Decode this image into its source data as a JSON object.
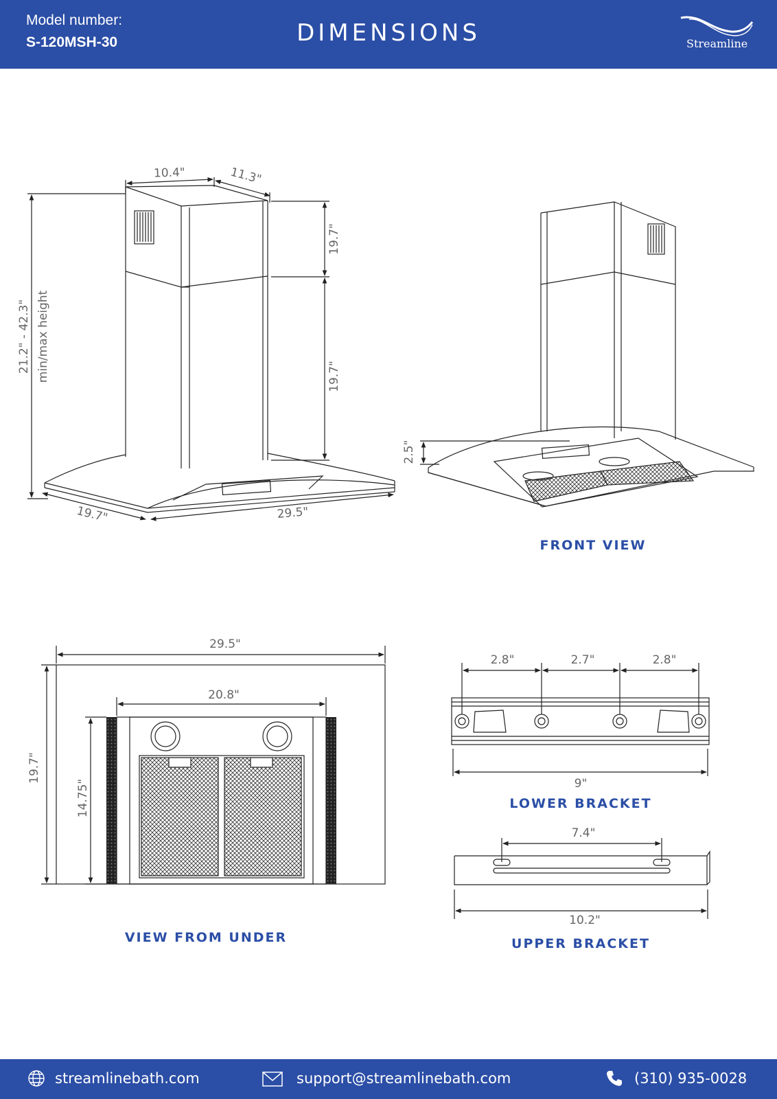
{
  "header": {
    "model_label": "Model number:",
    "model_number": "S-120MSH-30",
    "title": "DIMENSIONS",
    "logo_text": "Streamline"
  },
  "diagrams": {
    "iso_view": {
      "chimney_width": "10.4\"",
      "chimney_depth": "11.3\"",
      "upper_chimney_height": "19.7\"",
      "lower_chimney_height": "19.7\"",
      "overall_height": "21.2\" - 42.3\"",
      "overall_height_note": "min/max height",
      "hood_depth": "19.7\"",
      "hood_width": "29.5\""
    },
    "front_view": {
      "caption": "FRONT VIEW",
      "canopy_thickness": "2.5\""
    },
    "under_view": {
      "caption": "VIEW FROM UNDER",
      "overall_width": "29.5\"",
      "overall_depth": "19.7\"",
      "inner_width": "20.8\"",
      "inner_depth": "14.75\""
    },
    "lower_bracket": {
      "caption": "LOWER BRACKET",
      "spacing_left": "2.8\"",
      "spacing_middle": "2.7\"",
      "spacing_right": "2.8\"",
      "length": "9\""
    },
    "upper_bracket": {
      "caption": "UPPER BRACKET",
      "slot_spacing": "7.4\"",
      "length": "10.2\""
    }
  },
  "footer": {
    "website": "streamlinebath.com",
    "email": "support@streamlinebath.com",
    "phone": "(310) 935-0028"
  },
  "colors": {
    "brand_blue": "#2b4ea6",
    "line": "#222222",
    "dim_text": "#666666"
  },
  "icons": {
    "web": "globe-icon",
    "mail": "mail-icon",
    "phone": "phone-icon"
  }
}
